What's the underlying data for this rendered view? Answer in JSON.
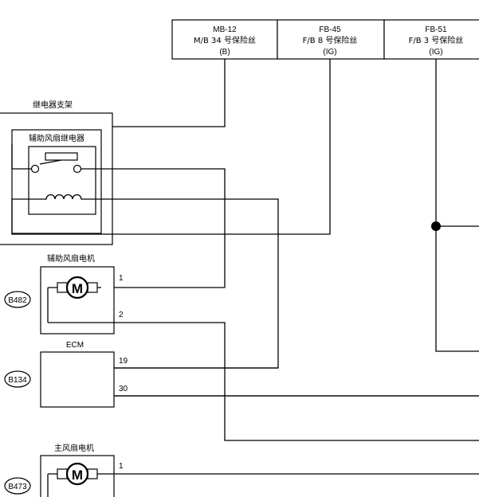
{
  "fuses": [
    {
      "code": "MB-12",
      "name": "M/B 34 号保险丝",
      "type": "(B)"
    },
    {
      "code": "FB-45",
      "name": "F/B 8 号保险丝",
      "type": "(IG)"
    },
    {
      "code": "FB-51",
      "name": "F/B 3 号保险丝",
      "type": "(IG)"
    }
  ],
  "relay_bracket": {
    "label": "继电器支架"
  },
  "sub_fan_relay": {
    "label": "辅助风扇继电器"
  },
  "sub_fan_motor": {
    "label": "辅助风扇电机",
    "connector": "B482",
    "pin1": "1",
    "pin2": "2",
    "motor_symbol": "M"
  },
  "ecm": {
    "label": "ECM",
    "connector": "B134",
    "pin19": "19",
    "pin30": "30"
  },
  "main_fan_motor": {
    "label": "主风扇电机",
    "connector": "B473",
    "pin1": "1",
    "motor_symbol": "M"
  }
}
